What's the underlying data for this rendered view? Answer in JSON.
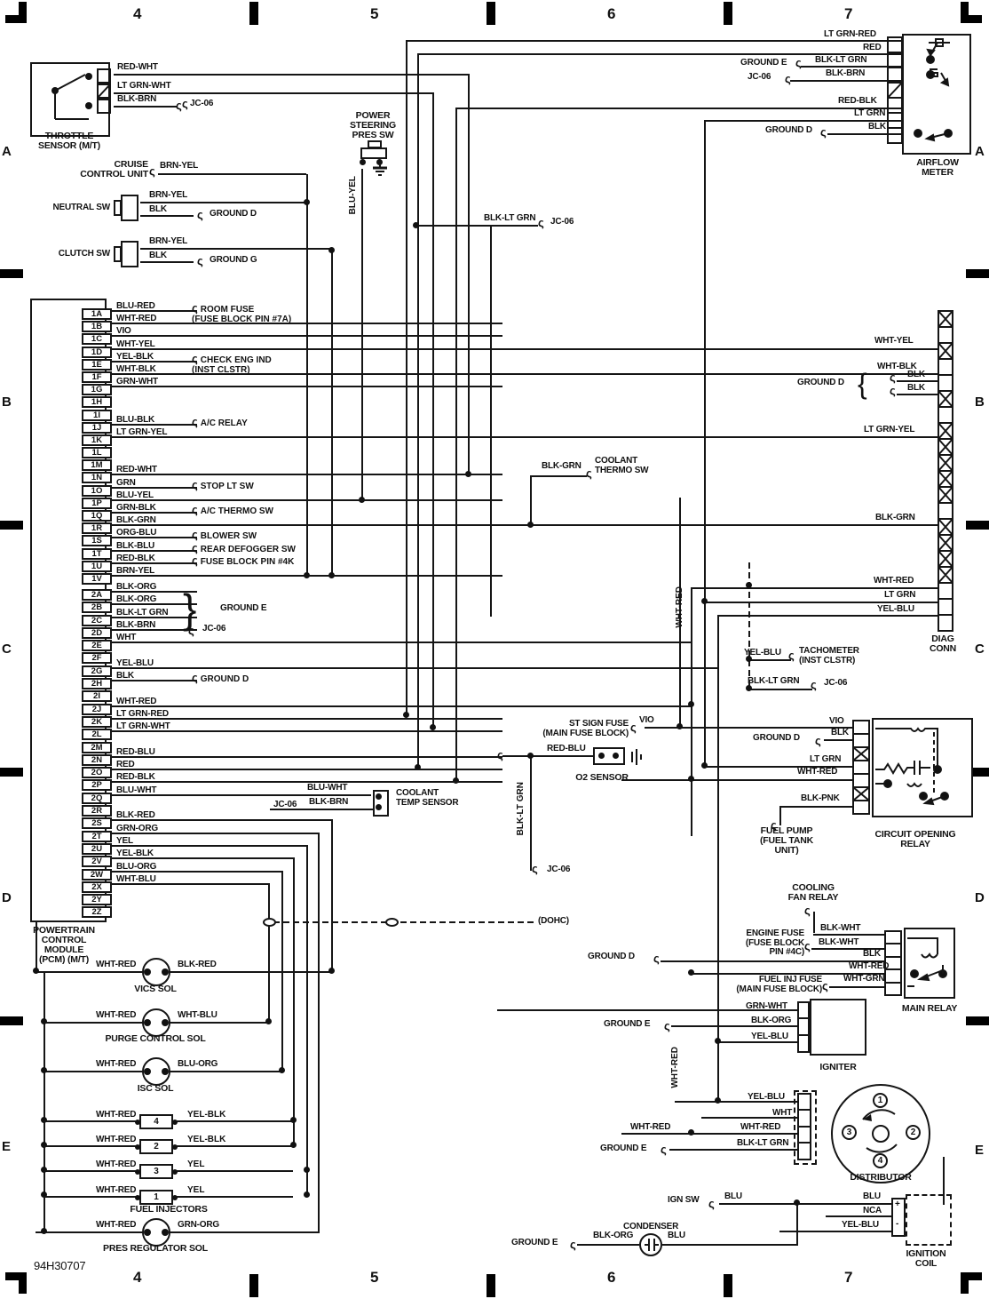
{
  "grid": {
    "cols": [
      "4",
      "5",
      "6",
      "7"
    ],
    "rows": [
      "A",
      "B",
      "C",
      "D",
      "E"
    ],
    "doc_id": "94H30707"
  },
  "throttle": {
    "title": "THROTTLE\nSENSOR (M/T)",
    "w1": "RED-WHT",
    "w2": "LT GRN-WHT",
    "w3": "BLK-BRN",
    "jc": "JC-06"
  },
  "cruise": {
    "title": "CRUISE\nCONTROL UNIT",
    "w": "BRN-YEL"
  },
  "neutral": {
    "title": "NEUTRAL SW",
    "w1": "BRN-YEL",
    "w2": "BLK",
    "gnd": "GROUND D"
  },
  "clutch": {
    "title": "CLUTCH SW",
    "w1": "BRN-YEL",
    "w2": "BLK",
    "gnd": "GROUND G"
  },
  "psteer": {
    "title": "POWER\nSTEERING\nPRES SW",
    "w": "BLU-YEL"
  },
  "jctop": {
    "w": "BLK-LT GRN",
    "jc": "JC-06"
  },
  "airflow": {
    "title": "AIRFLOW\nMETER",
    "w1": "LT GRN-RED",
    "w2": "RED",
    "w3": "BLK-LT GRN",
    "w4": "BLK-BRN",
    "w5": "RED-BLK",
    "w6": "LT GRN",
    "w7": "BLK",
    "gnd_e": "GROUND E",
    "jc": "JC-06",
    "gnd_d": "GROUND D"
  },
  "pcm": {
    "title": "POWERTRAIN\nCONTROL\nMODULE\n(PCM) (M/T)",
    "ground_e": "GROUND E",
    "jc06": "JC-06",
    "pins1": [
      {
        "id": "1A",
        "w": "BLU-RED",
        "dest": "ROOM FUSE\n(FUSE BLOCK PIN #7A)"
      },
      {
        "id": "1B",
        "w": "WHT-RED"
      },
      {
        "id": "1C",
        "w": "VIO"
      },
      {
        "id": "1D",
        "w": "WHT-YEL",
        "wlen": 931
      },
      {
        "id": "1E",
        "w": "YEL-BLK",
        "dest": "CHECK ENG IND\n(INST CLSTR)"
      },
      {
        "id": "1F",
        "w": "WHT-BLK",
        "wlen": 931
      },
      {
        "id": "1G",
        "w": "GRN-WHT"
      },
      {
        "id": "1H"
      },
      {
        "id": "1I"
      },
      {
        "id": "1J",
        "w": "BLU-BLK",
        "dest": "A/C RELAY"
      },
      {
        "id": "1K",
        "w": "LT GRN-YEL",
        "wlen": 931
      },
      {
        "id": "1L"
      },
      {
        "id": "1M"
      },
      {
        "id": "1N",
        "w": "RED-WHT"
      },
      {
        "id": "1O",
        "w": "GRN",
        "dest": "STOP LT SW"
      },
      {
        "id": "1P",
        "w": "BLU-YEL"
      },
      {
        "id": "1Q",
        "w": "GRN-BLK",
        "dest": "A/C THERMO SW"
      },
      {
        "id": "1R",
        "w": "BLK-GRN",
        "wlen": 931
      },
      {
        "id": "1S",
        "w": "ORG-BLU",
        "dest": "BLOWER SW"
      },
      {
        "id": "1T",
        "w": "BLK-BLU",
        "dest": "REAR DEFOGGER SW"
      },
      {
        "id": "1U",
        "w": "RED-BLK",
        "dest": "FUSE BLOCK PIN #4K"
      },
      {
        "id": "1V",
        "w": "BRN-YEL"
      }
    ],
    "pins2": [
      {
        "id": "2A",
        "w": "BLK-ORG",
        "wlen": 96
      },
      {
        "id": "2B",
        "w": "BLK-ORG",
        "wlen": 96
      },
      {
        "id": "2C",
        "w": "BLK-LT GRN",
        "wlen": 96
      },
      {
        "id": "2D",
        "w": "BLK-BRN",
        "wlen": 96
      },
      {
        "id": "2E",
        "w": "WHT",
        "wlen": 652
      },
      {
        "id": "2F"
      },
      {
        "id": "2G",
        "w": "YEL-BLU",
        "wlen": 682
      },
      {
        "id": "2H",
        "w": "BLK",
        "dest": "GROUND D"
      },
      {
        "id": "2I"
      },
      {
        "id": "2J",
        "w": "WHT-RED",
        "wlen": 652
      },
      {
        "id": "2K",
        "w": "LT GRN-RED"
      },
      {
        "id": "2L",
        "w": "LT GRN-WHT"
      },
      {
        "id": "2M"
      },
      {
        "id": "2N",
        "w": "RED-BLU"
      },
      {
        "id": "2O",
        "w": "RED"
      },
      {
        "id": "2P",
        "w": "RED-BLK"
      },
      {
        "id": "2Q",
        "w": "BLU-WHT",
        "wlen": 292
      },
      {
        "id": "2R"
      },
      {
        "id": "2S",
        "w": "BLK-RED",
        "wlen": 247
      },
      {
        "id": "2T",
        "w": "GRN-ORG",
        "wlen": 232
      },
      {
        "id": "2U",
        "w": "YEL",
        "wlen": 219
      },
      {
        "id": "2V",
        "w": "YEL-BLK",
        "wlen": 204
      },
      {
        "id": "2W",
        "w": "BLU-ORG",
        "wlen": 191
      },
      {
        "id": "2X",
        "w": "WHT-BLU",
        "wlen": 176
      },
      {
        "id": "2Y"
      },
      {
        "id": "2Z"
      }
    ]
  },
  "diag": {
    "title": "DIAG\nCONN",
    "wyel": "WHT-YEL",
    "wblk": "WHT-BLK",
    "gnd_d": "GROUND D",
    "blk1": "BLK",
    "blk2": "BLK",
    "lgy": "LT GRN-YEL",
    "bg": "BLK-GRN",
    "wr": "WHT-RED",
    "lg": "LT GRN",
    "yb": "YEL-BLU"
  },
  "thermo": {
    "w": "BLK-GRN",
    "title": "COOLANT\nTHERMO SW"
  },
  "buses": {
    "whtred": "WHT-RED",
    "blkltgrn": "BLK-LT GRN",
    "whtred2": "WHT-RED"
  },
  "tach": {
    "w": "YEL-BLU",
    "title": "TACHOMETER\n(INST CLSTR)",
    "w2": "BLK-LT GRN",
    "jc": "JC-06"
  },
  "stsign": {
    "title": "ST SIGN FUSE\n(MAIN FUSE BLOCK)",
    "w": "VIO"
  },
  "o2": {
    "w": "RED-BLU",
    "title": "O2 SENSOR",
    "jc": "JC-06"
  },
  "ctemp": {
    "w1": "BLU-WHT",
    "w2": "BLK-BRN",
    "jc": "JC-06",
    "title": "COOLANT\nTEMP SENSOR"
  },
  "corelay": {
    "w1": "VIO",
    "gnd": "GROUND D",
    "w2": "BLK",
    "w3": "LT GRN",
    "w4": "WHT-RED",
    "w5": "BLK-PNK",
    "pump": "FUEL PUMP\n(FUEL TANK\nUNIT)",
    "title": "CIRCUIT OPENING\nRELAY"
  },
  "mainrelay": {
    "fan": "COOLING\nFAN RELAY",
    "w1": "BLK-WHT",
    "w2": "BLK-WHT",
    "fuse": "ENGINE FUSE\n(FUSE BLOCK\nPIN #4C)",
    "gnd": "GROUND D",
    "w3": "BLK",
    "w4": "WHT-RED",
    "fuse2": "FUEL INJ FUSE\n(MAIN FUSE BLOCK)",
    "w5": "WHT-GRN",
    "title": "MAIN RELAY"
  },
  "igniter": {
    "w1": "GRN-WHT",
    "w2": "BLK-ORG",
    "w3": "YEL-BLU",
    "gnd": "GROUND E",
    "title": "IGNITER"
  },
  "dist": {
    "w1": "YEL-BLU",
    "w2": "WHT",
    "w3": "WHT-RED",
    "w3b": "WHT-RED",
    "w4": "BLK-LT GRN",
    "gnd": "GROUND E",
    "title": "DISTRIBUTOR",
    "n1": "1",
    "n2": "2",
    "n3": "3",
    "n4": "4"
  },
  "coil": {
    "ignsw": "IGN SW",
    "w0": "BLU",
    "w1": "BLU",
    "w2": "NCA",
    "w3": "YEL-BLU",
    "plus": "+",
    "minus": "-",
    "title": "IGNITION\nCOIL"
  },
  "cond": {
    "title": "CONDENSER",
    "gnd": "GROUND E",
    "w1": "BLK-ORG",
    "w2": "BLU"
  },
  "sol": {
    "vics": {
      "l": "WHT-RED",
      "r": "BLK-RED",
      "title": "VICS SOL"
    },
    "purge": {
      "l": "WHT-RED",
      "r": "WHT-BLU",
      "title": "PURGE CONTROL SOL"
    },
    "isc": {
      "l": "WHT-RED",
      "r": "BLU-ORG",
      "title": "ISC SOL"
    },
    "presreg": {
      "l": "WHT-RED",
      "r": "GRN-ORG",
      "title": "PRES REGULATOR SOL"
    }
  },
  "inj": {
    "title": "FUEL INJECTORS",
    "rows": [
      {
        "l": "WHT-RED",
        "n": "4",
        "r": "YEL-BLK"
      },
      {
        "l": "WHT-RED",
        "n": "2",
        "r": "YEL-BLK"
      },
      {
        "l": "WHT-RED",
        "n": "3",
        "r": "YEL"
      },
      {
        "l": "WHT-RED",
        "n": "1",
        "r": "YEL"
      }
    ]
  },
  "dohc": "(DOHC)"
}
